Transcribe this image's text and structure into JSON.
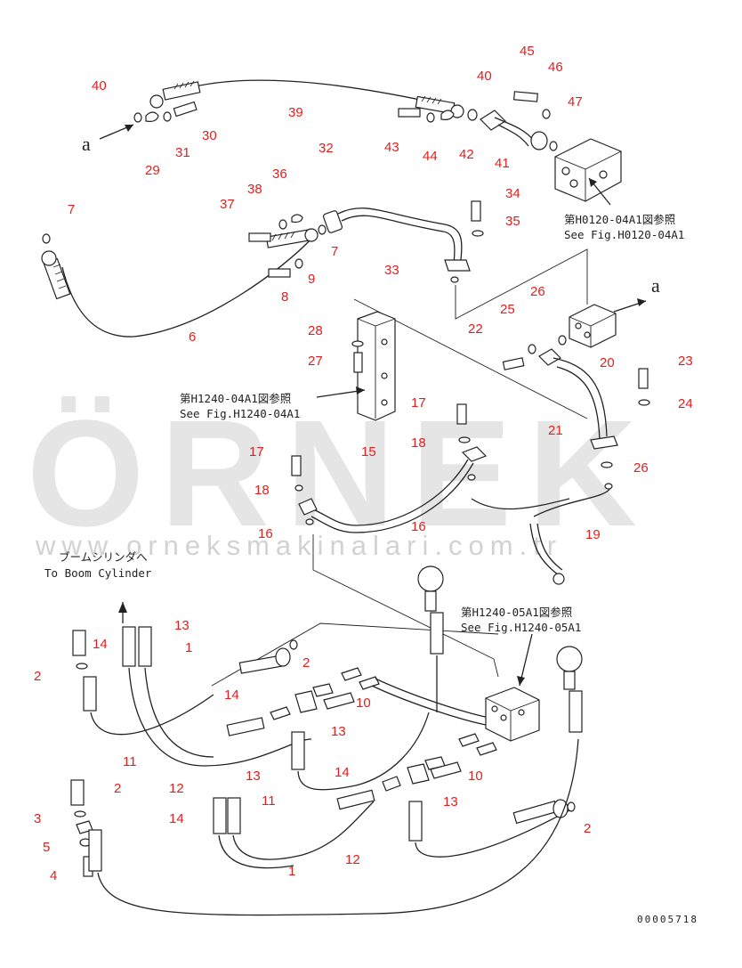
{
  "watermark": {
    "brand": "ÖRNEK",
    "url": "www.orneksmakinalari.com.tr"
  },
  "drawing_number": "00005718",
  "view_marker": "a",
  "references": {
    "h0120_jp": "第H0120-04A1図参照",
    "h0120_en": "See Fig.H0120-04A1",
    "h1240_04_jp": "第H1240-04A1図参照",
    "h1240_04_en": "See Fig.H1240-04A1",
    "h1240_05_jp": "第H1240-05A1図参照",
    "h1240_05_en": "See Fig.H1240-05A1",
    "boom_jp": "ブームシリンダへ",
    "boom_en": "To Boom Cylinder"
  },
  "colors": {
    "callout": "#e02020",
    "line": "#222222",
    "watermark": "#d0d0d0",
    "watermark_accent": "#f2d780"
  },
  "callouts": [
    "40",
    "29",
    "31",
    "30",
    "39",
    "43",
    "44",
    "42",
    "40",
    "41",
    "45",
    "46",
    "47",
    "32",
    "36",
    "38",
    "37",
    "7",
    "7",
    "8",
    "9",
    "6",
    "34",
    "35",
    "33",
    "22",
    "25",
    "26",
    "20",
    "28",
    "27",
    "23",
    "24",
    "21",
    "17",
    "18",
    "17",
    "18",
    "15",
    "16",
    "16",
    "26",
    "19",
    "14",
    "13",
    "1",
    "2",
    "2",
    "11",
    "12",
    "14",
    "10",
    "13",
    "14",
    "10",
    "13",
    "11",
    "12",
    "1",
    "2",
    "3",
    "5",
    "4",
    "14",
    "13",
    "2"
  ]
}
